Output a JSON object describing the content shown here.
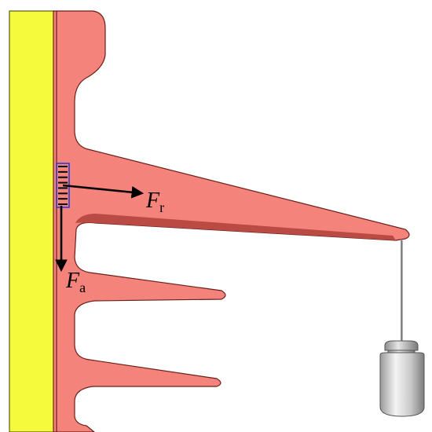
{
  "diagram": {
    "colors": {
      "pole": "#f5fa3c",
      "pole_edge": "#3a3a00",
      "insulator": "#f4837b",
      "insulator_edge": "#6b1f1a",
      "insulator_shadow": "#b94b44",
      "gauge": "#2b3bd6",
      "arrow": "#000000",
      "weight_light": "#e8e8e8",
      "weight_dark": "#8a8a8a"
    },
    "forces": {
      "radial": {
        "symbol": "F",
        "subscript": "r"
      },
      "axial": {
        "symbol": "F",
        "subscript": "a"
      }
    },
    "gauge": {
      "segments": 8
    }
  }
}
